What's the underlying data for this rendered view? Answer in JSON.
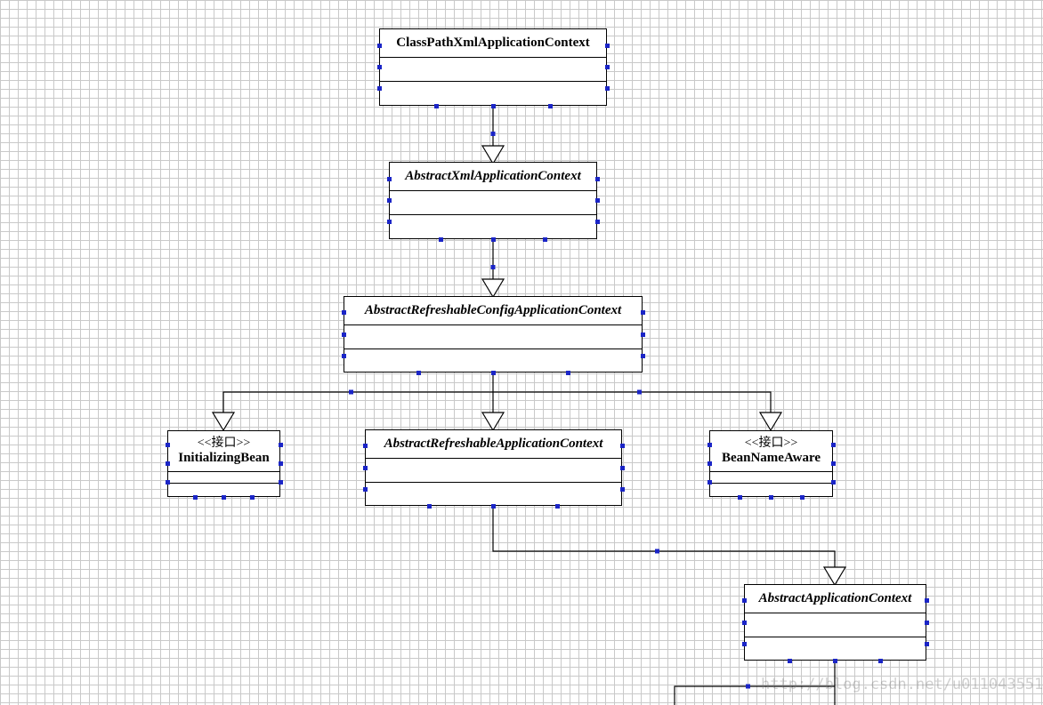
{
  "classes": {
    "c1": {
      "name": "ClassPathXmlApplicationContext",
      "abstract": false
    },
    "c2": {
      "name": "AbstractXmlApplicationContext",
      "abstract": true
    },
    "c3": {
      "name": "AbstractRefreshableConfigApplicationContext",
      "abstract": true
    },
    "c4": {
      "stereotype": "<<接口>>",
      "name": "InitializingBean",
      "abstract": false
    },
    "c5": {
      "name": "AbstractRefreshableApplicationContext",
      "abstract": true
    },
    "c6": {
      "stereotype": "<<接口>>",
      "name": "BeanNameAware",
      "abstract": false
    },
    "c7": {
      "name": "AbstractApplicationContext",
      "abstract": true
    }
  },
  "relations": [
    {
      "from": "c1",
      "to": "c2",
      "type": "generalization"
    },
    {
      "from": "c2",
      "to": "c3",
      "type": "generalization"
    },
    {
      "from": "c3",
      "to": "c4",
      "type": "realization"
    },
    {
      "from": "c3",
      "to": "c5",
      "type": "generalization"
    },
    {
      "from": "c3",
      "to": "c6",
      "type": "realization"
    },
    {
      "from": "c5",
      "to": "c7",
      "type": "generalization"
    }
  ],
  "colors": {
    "grid": "#c9c9c9",
    "handle": "#1b25c7",
    "line": "#000000"
  },
  "watermark": "http://blog.csdn.net/u011043551"
}
